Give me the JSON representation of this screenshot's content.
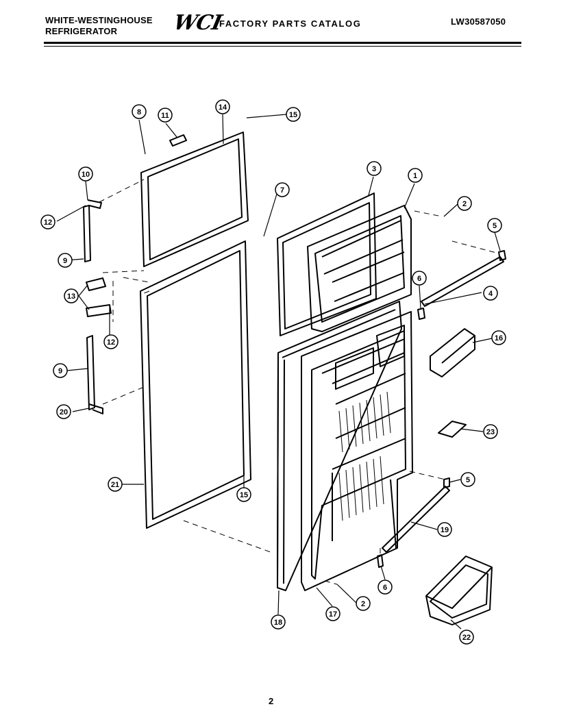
{
  "header": {
    "brand_line1": "WHITE-WESTINGHOUSE",
    "brand_line2": "REFRIGERATOR",
    "logo": "WCI",
    "catalog_title": "FACTORY PARTS CATALOG",
    "model_number": "LW30587050"
  },
  "page_number": "2",
  "callouts": [
    "1",
    "2",
    "2",
    "3",
    "4",
    "5",
    "5",
    "6",
    "6",
    "7",
    "8",
    "9",
    "9",
    "10",
    "11",
    "12",
    "12",
    "13",
    "14",
    "15",
    "15",
    "16",
    "17",
    "18",
    "19",
    "20",
    "21",
    "22",
    "23"
  ]
}
